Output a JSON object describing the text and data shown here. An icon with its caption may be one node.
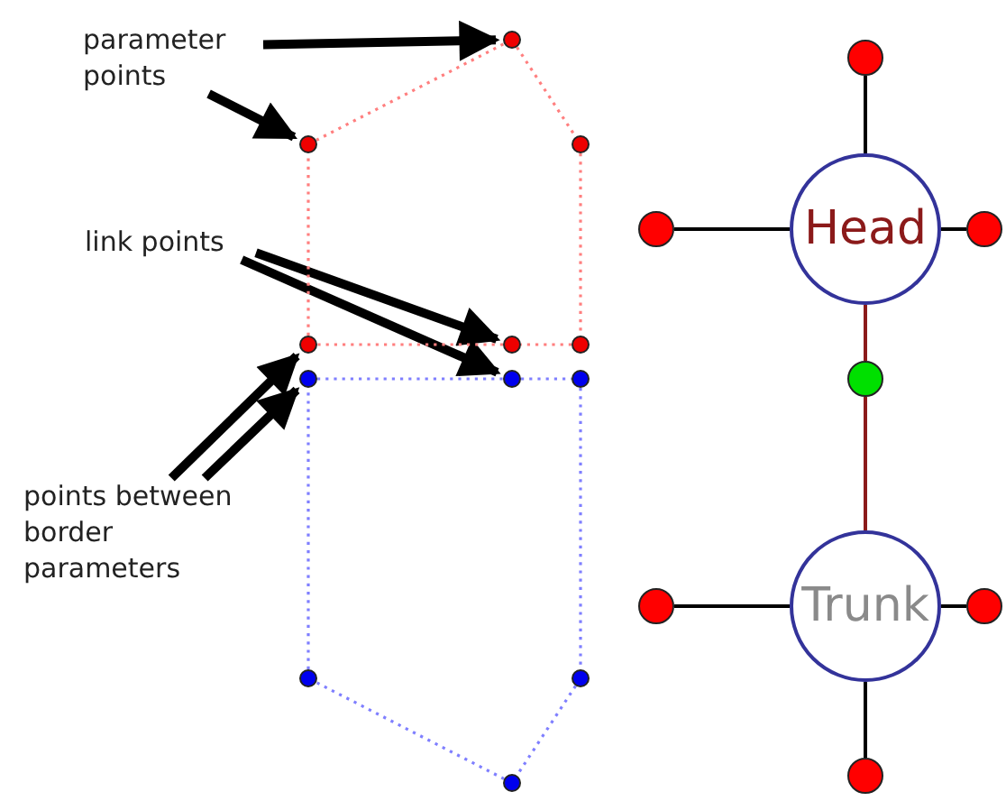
{
  "diagram": {
    "nodes": [
      {
        "text": [
          "parameter points"
        ]
      },
      {
        "text": [],
        "shape": "circle"
      },
      {
        "text": [],
        "shape": "circle"
      },
      {
        "text": [],
        "shape": "circle"
      },
      {
        "text": [
          "link points"
        ]
      },
      {
        "text": [],
        "shape": "circle"
      },
      {
        "text": [],
        "shape": "circle"
      },
      {
        "text": [],
        "shape": "circle"
      },
      {
        "text": [],
        "shape": "circle"
      },
      {
        "text": [],
        "shape": "circle"
      },
      {
        "text": [],
        "shape": "circle"
      },
      {
        "text": [
          "points between border parameters"
        ]
      },
      {
        "text": [],
        "shape": "circle"
      },
      {
        "text": [],
        "shape": "circle"
      },
      {
        "text": [],
        "shape": "circle"
      },
      {
        "text": [],
        "shape": "circle"
      },
      {
        "text": [],
        "shape": "circle"
      },
      {
        "text": [
          "Head"
        ]
      },
      {
        "text": [],
        "shape": "circle"
      },
      {
        "text": [],
        "shape": "circle"
      },
      {
        "text": [],
        "shape": "circle"
      },
      {
        "text": [
          "Trunk"
        ]
      },
      {
        "text": [],
        "shape": "circle"
      },
      {
        "text": [],
        "shape": "circle"
      }
    ],
    "edges": [
      {
        "from": 0,
        "to": 1,
        "arrow": "to",
        "style": "thick"
      },
      {
        "from": 0,
        "to": 2,
        "arrow": "to",
        "style": "thick"
      },
      {
        "from": 4,
        "to": 6,
        "arrow": "to",
        "style": "thick"
      },
      {
        "from": 4,
        "to": 9,
        "arrow": "to",
        "style": "thick"
      },
      {
        "from": 11,
        "to": 5,
        "arrow": "to",
        "style": "thick"
      },
      {
        "from": 11,
        "to": 8,
        "arrow": "to",
        "style": "thick"
      },
      {
        "from": 2,
        "to": 1,
        "arrow": "none",
        "style": "dashed",
        "color": "#ff7f7f"
      },
      {
        "from": 1,
        "to": 3,
        "arrow": "none",
        "style": "dashed",
        "color": "#ff7f7f"
      },
      {
        "from": 3,
        "to": 7,
        "arrow": "none",
        "style": "dashed",
        "color": "#ff7f7f"
      },
      {
        "from": 7,
        "to": 6,
        "arrow": "none",
        "style": "dashed",
        "color": "#ff7f7f"
      },
      {
        "from": 6,
        "to": 5,
        "arrow": "none",
        "style": "dashed",
        "color": "#ff7f7f"
      },
      {
        "from": 5,
        "to": 2,
        "arrow": "none",
        "style": "dashed",
        "color": "#ff7f7f"
      },
      {
        "from": 8,
        "to": 9,
        "arrow": "none",
        "style": "dashed",
        "color": "#7f7fff"
      },
      {
        "from": 9,
        "to": 10,
        "arrow": "none",
        "style": "dashed",
        "color": "#7f7fff"
      },
      {
        "from": 10,
        "to": 13,
        "arrow": "none",
        "style": "dashed",
        "color": "#7f7fff"
      },
      {
        "from": 13,
        "to": 14,
        "arrow": "none",
        "style": "dashed",
        "color": "#7f7fff"
      },
      {
        "from": 14,
        "to": 12,
        "arrow": "none",
        "style": "dashed",
        "color": "#7f7fff"
      },
      {
        "from": 12,
        "to": 8,
        "arrow": "none",
        "style": "dashed",
        "color": "#7f7fff"
      },
      {
        "from": 15,
        "to": 17,
        "arrow": "none"
      },
      {
        "from": 16,
        "to": 17,
        "arrow": "none"
      },
      {
        "from": 17,
        "to": 18,
        "arrow": "none"
      },
      {
        "from": 17,
        "to": 19,
        "arrow": "none",
        "color": "#8b1a1a"
      },
      {
        "from": 19,
        "to": 21,
        "arrow": "none",
        "color": "#8b1a1a"
      },
      {
        "from": 20,
        "to": 21,
        "arrow": "none"
      },
      {
        "from": 21,
        "to": 22,
        "arrow": "none"
      },
      {
        "from": 21,
        "to": 23,
        "arrow": "none"
      }
    ]
  }
}
